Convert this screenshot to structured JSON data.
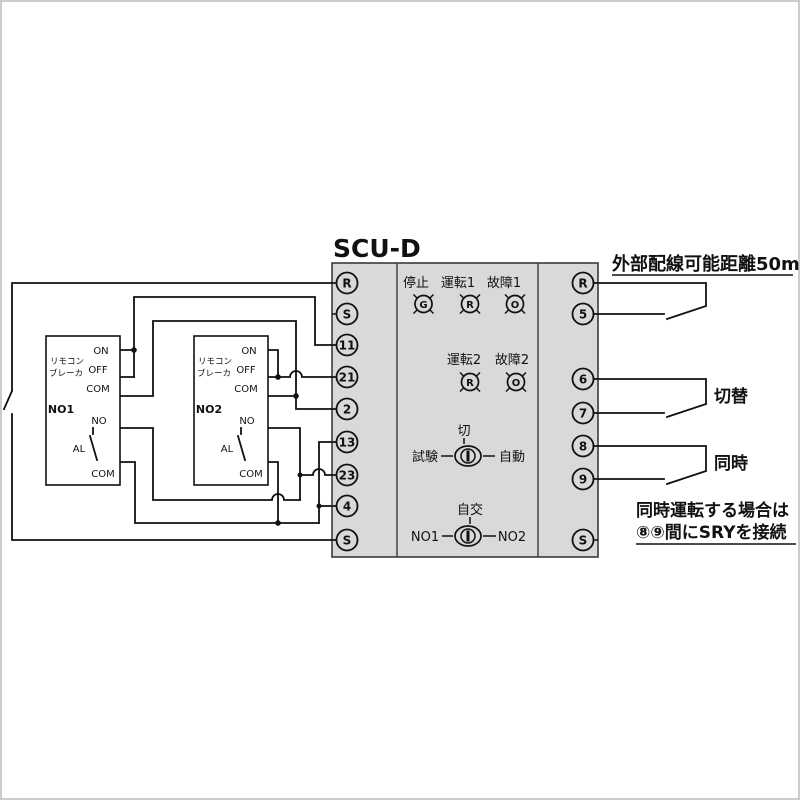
{
  "title": "SCU-D",
  "panel": {
    "left_terminals": [
      "R",
      "S",
      "11",
      "21",
      "2",
      "13",
      "23",
      "4",
      "S"
    ],
    "right_terminals": [
      "R",
      "5",
      "6",
      "7",
      "8",
      "9",
      "S"
    ],
    "indicators_row1": {
      "labels": [
        "停止",
        "運転1",
        "故障1"
      ],
      "lamps": [
        "G",
        "R",
        "O"
      ]
    },
    "indicators_row2": {
      "labels": [
        "運転2",
        "故障2"
      ],
      "lamps": [
        "R",
        "O"
      ]
    },
    "selector1": {
      "top": "切",
      "left": "試験",
      "right": "自動"
    },
    "selector2": {
      "top": "自交",
      "left": "NO1",
      "right": "NO2"
    }
  },
  "breakers": [
    {
      "id": "NO1",
      "device_line1": "リモコン",
      "device_line2": "ブレーカ",
      "terminals": {
        "on": "ON",
        "off": "OFF",
        "com": "COM",
        "no": "NO",
        "al": "AL",
        "alarm_com": "COM"
      }
    },
    {
      "id": "NO2",
      "device_line1": "リモコン",
      "device_line2": "ブレーカ",
      "terminals": {
        "on": "ON",
        "off": "OFF",
        "com": "COM",
        "no": "NO",
        "al": "AL",
        "alarm_com": "COM"
      }
    }
  ],
  "annotations": {
    "wiring_distance": "外部配線可能距離50m",
    "switchover": "切替",
    "simultaneous": "同時",
    "note_line1": "同時運転する場合は",
    "note_line2": "⑧⑨間にSRYを接続"
  },
  "colors": {
    "background": "#ffffff",
    "panel": "#d9d9d9",
    "line": "#111111"
  }
}
